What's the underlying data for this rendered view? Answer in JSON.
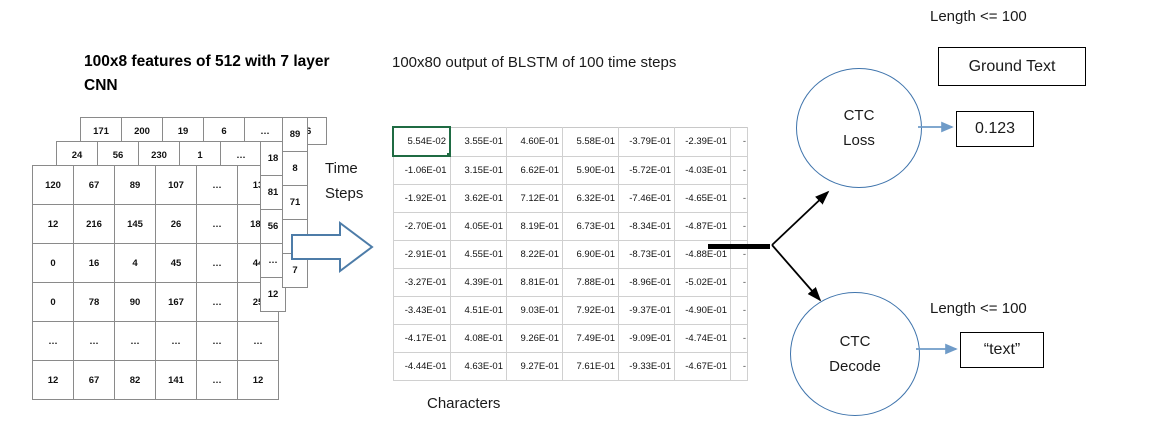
{
  "cnn": {
    "title": "100x8 features of 512 with 7 layer CNN",
    "layers": {
      "front": [
        [
          "120",
          "67",
          "89",
          "107",
          "…",
          "13"
        ],
        [
          "12",
          "216",
          "145",
          "26",
          "…",
          "181"
        ],
        [
          "0",
          "16",
          "4",
          "45",
          "…",
          "44"
        ],
        [
          "0",
          "78",
          "90",
          "167",
          "…",
          "25"
        ],
        [
          "…",
          "…",
          "…",
          "…",
          "…",
          "…"
        ],
        [
          "12",
          "67",
          "82",
          "141",
          "…",
          "12"
        ]
      ],
      "middle_top_row": [
        "24",
        "56",
        "230",
        "1",
        "…",
        "8"
      ],
      "back_top_row": [
        "171",
        "200",
        "19",
        "6",
        "…",
        "26"
      ],
      "side_middle": [
        "18",
        "81",
        "56",
        "…",
        "12"
      ],
      "side_back": [
        "89",
        "8",
        "71",
        "…",
        "7"
      ]
    }
  },
  "time_steps": {
    "label": "Time Steps",
    "arrow_icon": "block-right-arrow-icon"
  },
  "blstm": {
    "title": "100x80  output of BLSTM of 100 time steps",
    "x_axis_label": "Characters",
    "selected_cell": "5.54E-02",
    "selection_color": "#1f6b43",
    "rows": [
      [
        "5.54E-02",
        "3.55E-01",
        "4.60E-01",
        "5.58E-01",
        "-3.79E-01",
        "-2.39E-01",
        "-"
      ],
      [
        "-1.06E-01",
        "3.15E-01",
        "6.62E-01",
        "5.90E-01",
        "-5.72E-01",
        "-4.03E-01",
        "-"
      ],
      [
        "-1.92E-01",
        "3.62E-01",
        "7.12E-01",
        "6.32E-01",
        "-7.46E-01",
        "-4.65E-01",
        "-"
      ],
      [
        "-2.70E-01",
        "4.05E-01",
        "8.19E-01",
        "6.73E-01",
        "-8.34E-01",
        "-4.87E-01",
        "-"
      ],
      [
        "-2.91E-01",
        "4.55E-01",
        "8.22E-01",
        "6.90E-01",
        "-8.73E-01",
        "-4.88E-01",
        "-"
      ],
      [
        "-3.27E-01",
        "4.39E-01",
        "8.81E-01",
        "7.88E-01",
        "-8.96E-01",
        "-5.02E-01",
        "-"
      ],
      [
        "-3.43E-01",
        "4.51E-01",
        "9.03E-01",
        "7.92E-01",
        "-9.37E-01",
        "-4.90E-01",
        "-"
      ],
      [
        "-4.17E-01",
        "4.08E-01",
        "9.26E-01",
        "7.49E-01",
        "-9.09E-01",
        "-4.74E-01",
        "-"
      ],
      [
        "-4.44E-01",
        "4.63E-01",
        "9.27E-01",
        "7.61E-01",
        "-9.33E-01",
        "-4.67E-01",
        "-"
      ]
    ]
  },
  "branches": {
    "trunk_icon": "trunk-line",
    "up_arrow_icon": "branch-up-arrow-icon",
    "down_arrow_icon": "branch-down-arrow-icon"
  },
  "ctc_loss": {
    "label": "CTC\nLoss",
    "line1": "CTC",
    "line2": "Loss",
    "arrow_icon": "right-arrow-icon",
    "output_value": "0.123",
    "ground_truth_label": "Ground Text",
    "length_caption": "Length <= 100"
  },
  "ctc_decode": {
    "line1": "CTC",
    "line2": "Decode",
    "arrow_icon": "right-arrow-icon",
    "output_value": "“text”",
    "length_caption": "Length <= 100"
  },
  "colors": {
    "ellipse_stroke": "#3f74ac",
    "block_arrow_stroke": "#4d7ca8",
    "connector_arrow": "#6f9bc8",
    "grid_line": "#8a8a8a",
    "sheet_grid": "#d0d0d0",
    "text": "#1a1a1a"
  }
}
